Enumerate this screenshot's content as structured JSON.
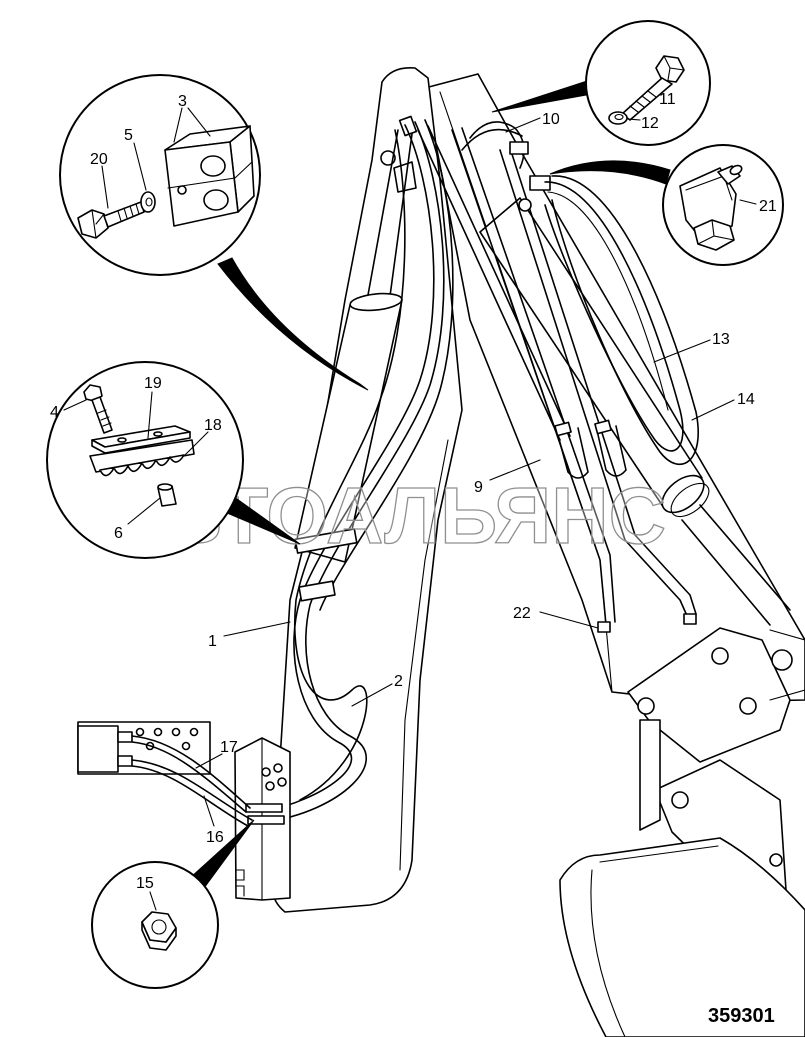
{
  "callouts": {
    "part_1": "1",
    "part_2": "2",
    "part_3": "3",
    "part_4": "4",
    "part_5": "5",
    "part_6": "6",
    "part_9": "9",
    "part_10": "10",
    "part_11": "11",
    "part_12": "12",
    "part_13": "13",
    "part_14": "14",
    "part_15": "15",
    "part_16": "16",
    "part_17": "17",
    "part_18": "18",
    "part_19": "19",
    "part_20": "20",
    "part_21": "21",
    "part_22": "22"
  },
  "figure_number": "359301",
  "watermark": "АВТОАЛЬЯНС",
  "colors": {
    "line": "#000000",
    "background": "#ffffff",
    "watermark": "#8f8f8f"
  }
}
